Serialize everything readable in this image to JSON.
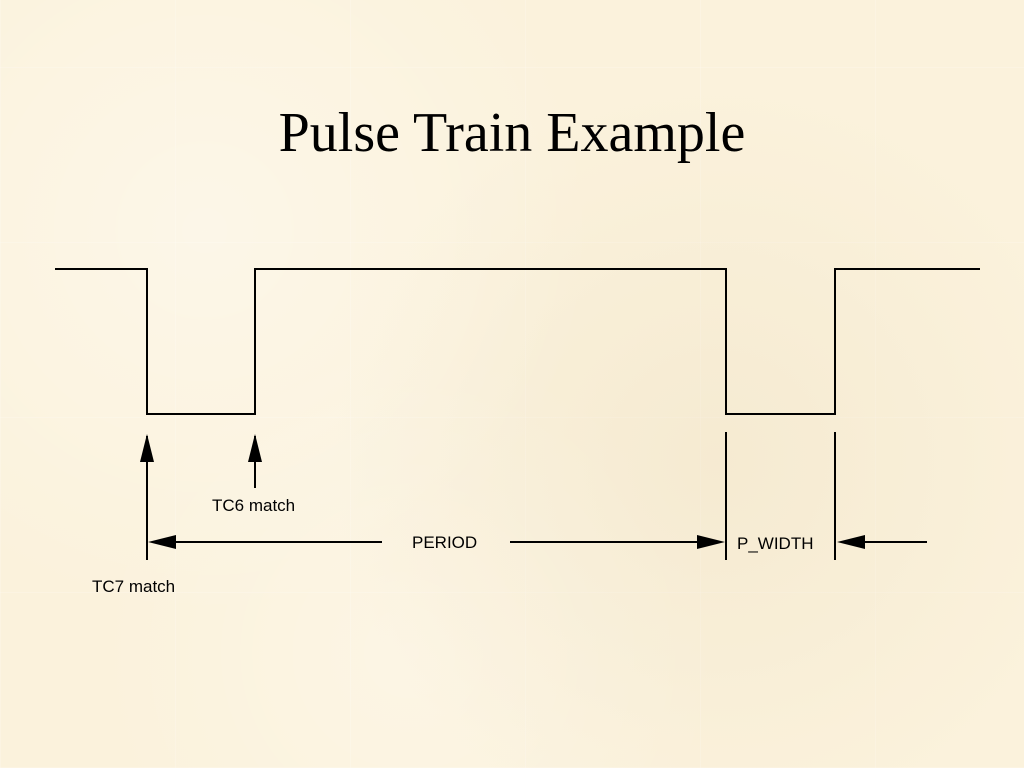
{
  "slide": {
    "title": "Pulse Train Example"
  },
  "diagram": {
    "labels": {
      "tc6_match": "TC6 match",
      "tc7_match": "TC7 match",
      "period": "PERIOD",
      "p_width": "P_WIDTH"
    },
    "colors": {
      "line": "#000000",
      "background": "#fbf2dc"
    }
  }
}
